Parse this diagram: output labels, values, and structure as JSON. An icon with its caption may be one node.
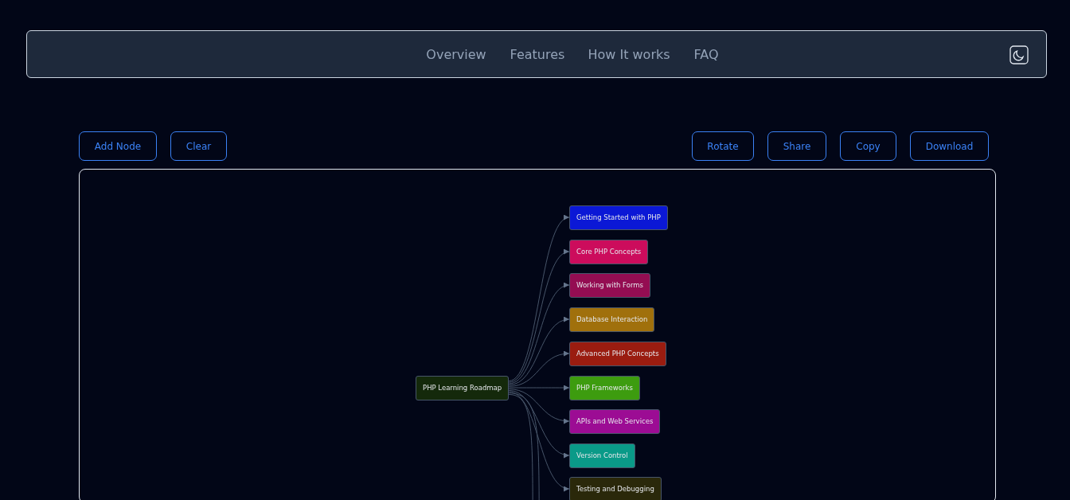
{
  "diagram": {
    "nodes": [
      {
        "text": [
          "PHP Learning Roadmap"
        ]
      },
      {
        "text": [
          "Getting Started with PHP"
        ]
      },
      {
        "text": [
          "Core PHP Concepts"
        ]
      },
      {
        "text": [
          "Working with Forms"
        ]
      },
      {
        "text": [
          "Database Interaction"
        ]
      },
      {
        "text": [
          "Advanced PHP Concepts"
        ]
      },
      {
        "text": [
          "PHP Frameworks"
        ]
      },
      {
        "text": [
          "APIs and Web Services"
        ]
      },
      {
        "text": [
          "Version Control"
        ]
      },
      {
        "text": [
          "Testing and Debugging"
        ]
      }
    ],
    "edges": [
      {
        "from": 0,
        "to": 1,
        "arrow": "to"
      },
      {
        "from": 0,
        "to": 2,
        "arrow": "to"
      },
      {
        "from": 0,
        "to": 3,
        "arrow": "to"
      },
      {
        "from": 0,
        "to": 4,
        "arrow": "to"
      },
      {
        "from": 0,
        "to": 5,
        "arrow": "to"
      },
      {
        "from": 0,
        "to": 6,
        "arrow": "to"
      },
      {
        "from": 0,
        "to": 7,
        "arrow": "to"
      },
      {
        "from": 0,
        "to": 8,
        "arrow": "to"
      },
      {
        "from": 0,
        "to": 9,
        "arrow": "to"
      },
      {
        "from": 0,
        "to": null,
        "arrow": "none"
      },
      {
        "from": 0,
        "to": null,
        "arrow": "none"
      }
    ],
    "labels": [
      "Overview",
      "Features",
      "How It works",
      "FAQ",
      "Add Node",
      "Clear",
      "Rotate",
      "Share",
      "Copy",
      "Download"
    ]
  }
}
